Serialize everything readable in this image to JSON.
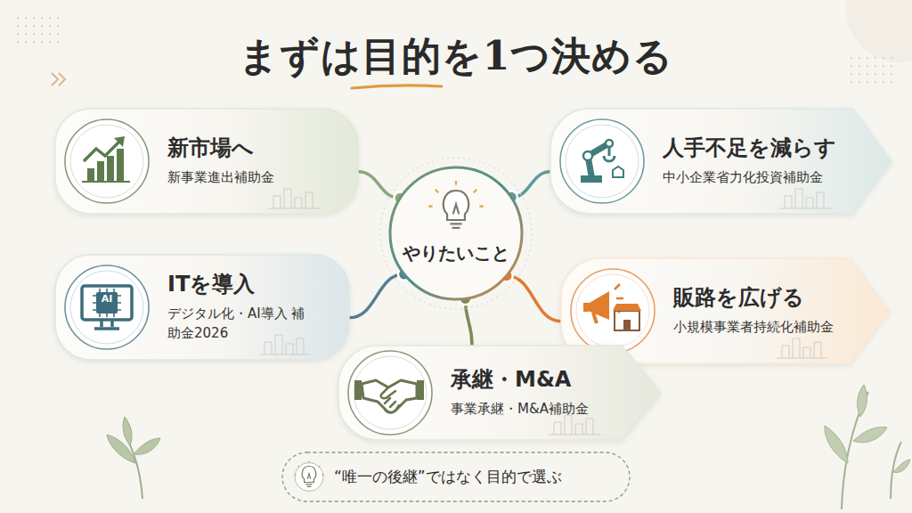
{
  "diagram": {
    "title": "まずは目的を1つ決める",
    "nodes": [
      {
        "text": [
          "やりたいこと"
        ]
      },
      {
        "text": [
          "新市場へ",
          "新事業進出補助金"
        ]
      },
      {
        "text": [
          "人手不足を減らす",
          "中小企業省力化投資補助金"
        ]
      },
      {
        "text": [
          "ITを導入",
          "デジタル化・AI導入 補助金2026"
        ]
      },
      {
        "text": [
          "販路を広げる",
          "小規模事業者持続化補助金"
        ]
      },
      {
        "text": [
          "承継・M&A",
          "事業承継・M&A補助金"
        ]
      },
      {
        "text": [
          "“唯一の後継”ではなく目的で選ぶ"
        ]
      }
    ],
    "edges": [
      {
        "from": 0,
        "to": 1,
        "arrow": "none"
      },
      {
        "from": 0,
        "to": 2,
        "arrow": "none"
      },
      {
        "from": 0,
        "to": 3,
        "arrow": "none"
      },
      {
        "from": 0,
        "to": 4,
        "arrow": "none"
      },
      {
        "from": 0,
        "to": 5,
        "arrow": "none"
      }
    ],
    "labels": [
      "AI"
    ]
  }
}
